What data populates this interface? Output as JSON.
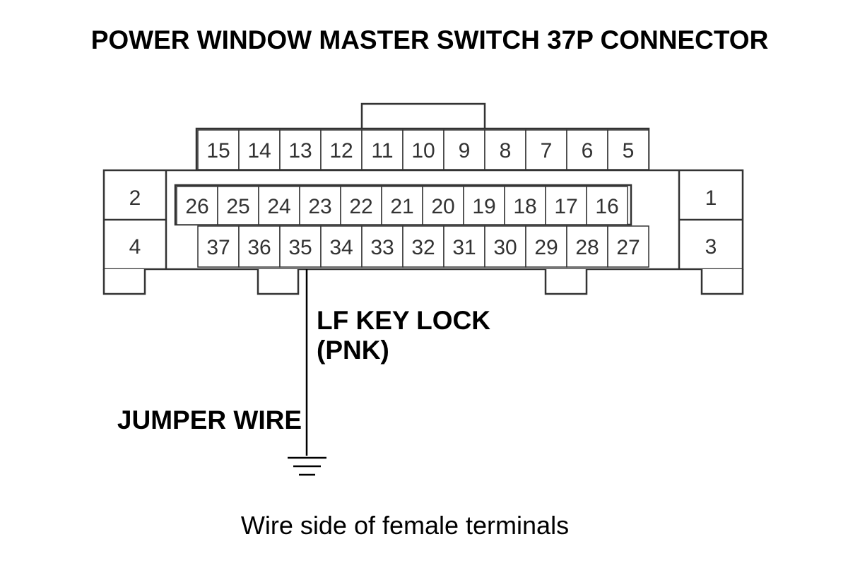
{
  "title": "POWER WINDOW MASTER SWITCH 37P CONNECTOR",
  "connector": {
    "top_row": [
      "15",
      "14",
      "13",
      "12",
      "11",
      "10",
      "9",
      "8",
      "7",
      "6",
      "5"
    ],
    "middle_row": [
      "26",
      "25",
      "24",
      "23",
      "22",
      "21",
      "20",
      "19",
      "18",
      "17",
      "16"
    ],
    "bottom_row": [
      "37",
      "36",
      "35",
      "34",
      "33",
      "32",
      "31",
      "30",
      "29",
      "28",
      "27"
    ],
    "left_upper": "2",
    "left_lower": "4",
    "right_upper": "1",
    "right_lower": "3"
  },
  "wire": {
    "terminal": "35",
    "label_line1": "LF KEY LOCK",
    "label_line2": "(PNK)",
    "jumper_label": "JUMPER WIRE",
    "ground_icon": "ground-symbol-icon"
  },
  "caption": "Wire side of female terminals",
  "colors": {
    "outline": "#333333",
    "text": "#000000"
  }
}
